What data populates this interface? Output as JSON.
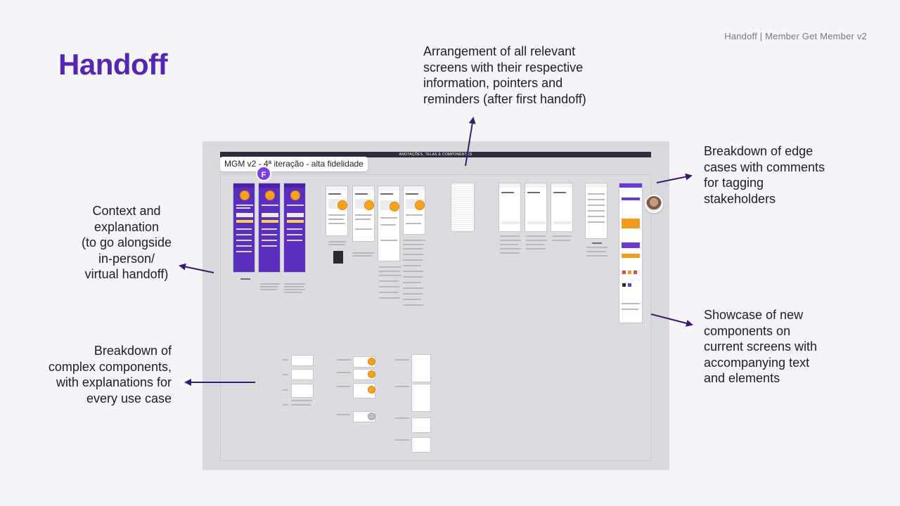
{
  "header_tag": "Handoff | Member Get Member v2",
  "title": "Handoff",
  "notes": {
    "arrangement": [
      "Arrangement of all relevant",
      "screens with their respective",
      "information, pointers and",
      "reminders (after first handoff)"
    ],
    "edge_cases": [
      "Breakdown of edge",
      "cases with comments",
      "for tagging",
      "stakeholders"
    ],
    "context": [
      "Context and",
      "explanation",
      "(to go alongside",
      "in-person/",
      "virtual handoff)"
    ],
    "components": [
      "Breakdown of",
      "complex components,",
      "with explanations for",
      "every use case"
    ],
    "showcase": [
      "Showcase of new",
      "components on",
      "current screens with",
      "accompanying text",
      "and elements"
    ]
  },
  "board": {
    "topbar": "ANOTAÇÕES, TELAS E COMPONENTES",
    "frame_label": "MGM v2 - 4ª iteração - alta fidelidade",
    "cursor_initial": "F"
  },
  "colors": {
    "title": "#5326b3",
    "arrow": "#3a1a6e",
    "board_bg": "#d9d8dc",
    "brand_purple": "#5a2fc0",
    "coin": "#f6a21c"
  }
}
